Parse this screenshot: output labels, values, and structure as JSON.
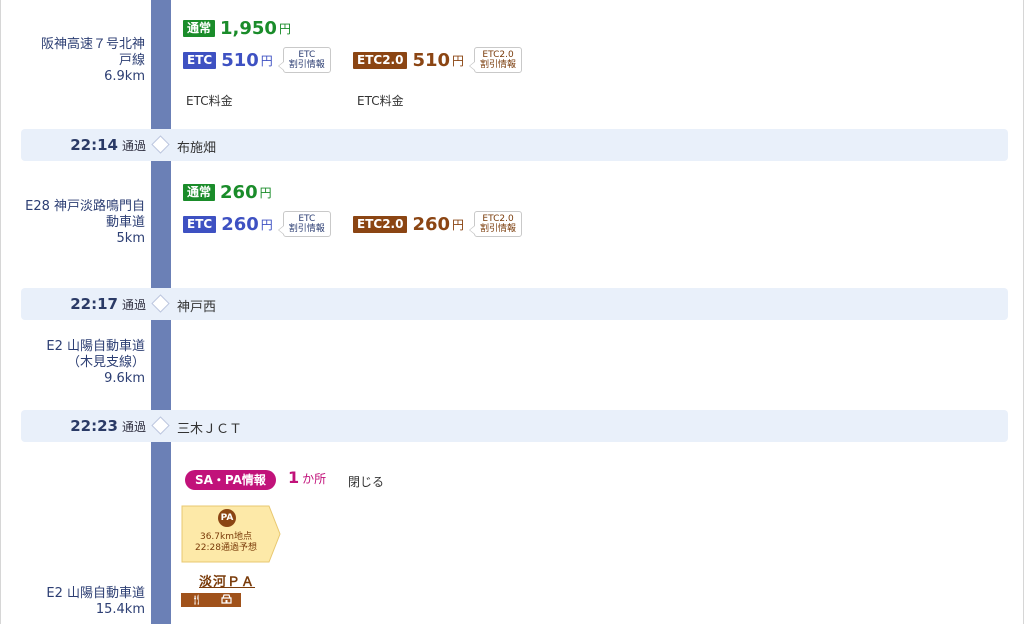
{
  "segments": [
    {
      "road": [
        "阪神高速７号北神",
        "戸線"
      ],
      "distance": "6.9km",
      "normal": {
        "label": "通常",
        "amount": "1,950",
        "yen": "円"
      },
      "etc": {
        "label": "ETC",
        "amount": "510",
        "yen": "円",
        "note": "ETC料金",
        "discount": [
          "ETC",
          "割引情報"
        ]
      },
      "etc2": {
        "label": "ETC2.0",
        "amount": "510",
        "yen": "円",
        "note": "ETC料金",
        "discount": [
          "ETC2.0",
          "割引情報"
        ]
      }
    },
    {
      "road": [
        "E28 神戸淡路鳴門自",
        "動車道"
      ],
      "distance": "5km",
      "normal": {
        "label": "通常",
        "amount": "260",
        "yen": "円"
      },
      "etc": {
        "label": "ETC",
        "amount": "260",
        "yen": "円",
        "discount": [
          "ETC",
          "割引情報"
        ]
      },
      "etc2": {
        "label": "ETC2.0",
        "amount": "260",
        "yen": "円",
        "discount": [
          "ETC2.0",
          "割引情報"
        ]
      }
    },
    {
      "road": [
        "E2 山陽自動車道",
        "（木見支線）"
      ],
      "distance": "9.6km"
    },
    {
      "road": [
        "E2 山陽自動車道"
      ],
      "distance": "15.4km"
    }
  ],
  "passes": [
    {
      "time": "22:14",
      "label": "通過",
      "name": "布施畑"
    },
    {
      "time": "22:17",
      "label": "通過",
      "name": "神戸西"
    },
    {
      "time": "22:23",
      "label": "通過",
      "name": "三木ＪＣＴ"
    }
  ],
  "sapa": {
    "title": "SA・PA情報",
    "count": "1",
    "unit": "か所",
    "close": "閉じる",
    "card": {
      "icon": "PA",
      "position": "36.7km地点",
      "eta": "22:28通過予想"
    },
    "name": "淡河ＰＡ",
    "facilities": [
      "restaurant-icon",
      "shop-icon"
    ]
  },
  "colors": {
    "timeline": "#6b80b6",
    "normal": "#1a8c2a",
    "etc": "#3e51c2",
    "etc2": "#8b4513",
    "sapa": "#c1127a"
  }
}
